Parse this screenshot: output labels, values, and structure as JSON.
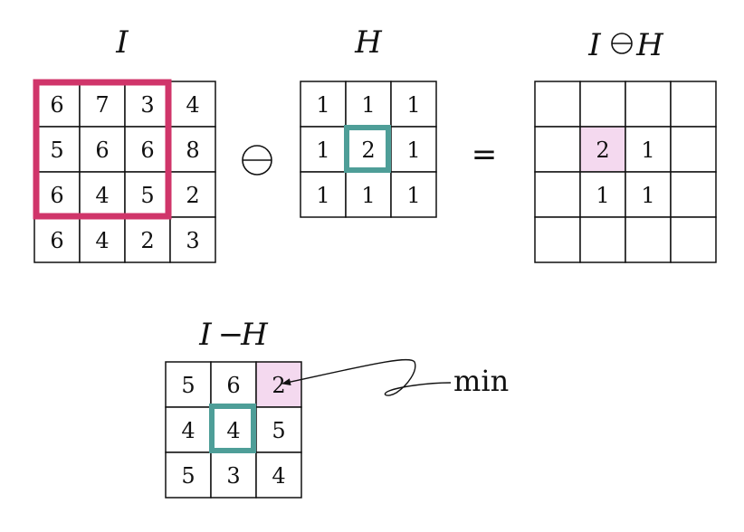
{
  "titles": {
    "input": "I",
    "kernel": "H",
    "result_left": "I",
    "result_right": "H",
    "difference_left": "I",
    "difference_op": "−",
    "difference_right": "H"
  },
  "operators": {
    "equals": "="
  },
  "annotation": {
    "min_label": "min"
  },
  "colors": {
    "window_highlight": "#d0356a",
    "kernel_center_highlight": "#4e9e98",
    "min_cell_fill": "#f4d9ef"
  },
  "grids": {
    "input": [
      [
        "6",
        "7",
        "3",
        "4"
      ],
      [
        "5",
        "6",
        "6",
        "8"
      ],
      [
        "6",
        "4",
        "5",
        "2"
      ],
      [
        "6",
        "4",
        "2",
        "3"
      ]
    ],
    "kernel": [
      [
        "1",
        "1",
        "1"
      ],
      [
        "1",
        "2",
        "1"
      ],
      [
        "1",
        "1",
        "1"
      ]
    ],
    "result": [
      [
        "",
        "",
        "",
        ""
      ],
      [
        "",
        "2",
        "1",
        ""
      ],
      [
        "",
        "1",
        "1",
        ""
      ],
      [
        "",
        "",
        "",
        ""
      ]
    ],
    "difference": [
      [
        "5",
        "6",
        "2"
      ],
      [
        "4",
        "4",
        "5"
      ],
      [
        "5",
        "3",
        "4"
      ]
    ]
  }
}
